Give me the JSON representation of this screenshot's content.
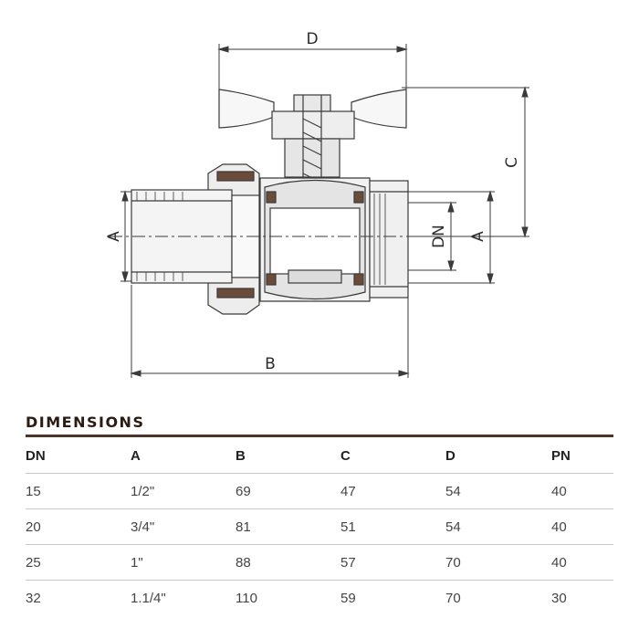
{
  "drawing": {
    "labels": {
      "d": "D",
      "c": "C",
      "a_left": "A",
      "a_right": "A",
      "dn": "DN",
      "b": "B"
    }
  },
  "dimensions": {
    "title": "DIMENSIONS",
    "headers": [
      "DN",
      "A",
      "B",
      "C",
      "D",
      "PN"
    ],
    "rows": [
      [
        "15",
        "1/2\"",
        "69",
        "47",
        "54",
        "40"
      ],
      [
        "20",
        "3/4\"",
        "81",
        "51",
        "54",
        "40"
      ],
      [
        "25",
        "1\"",
        "88",
        "57",
        "70",
        "40"
      ],
      [
        "32",
        "1.1/4\"",
        "110",
        "59",
        "70",
        "30"
      ]
    ]
  }
}
